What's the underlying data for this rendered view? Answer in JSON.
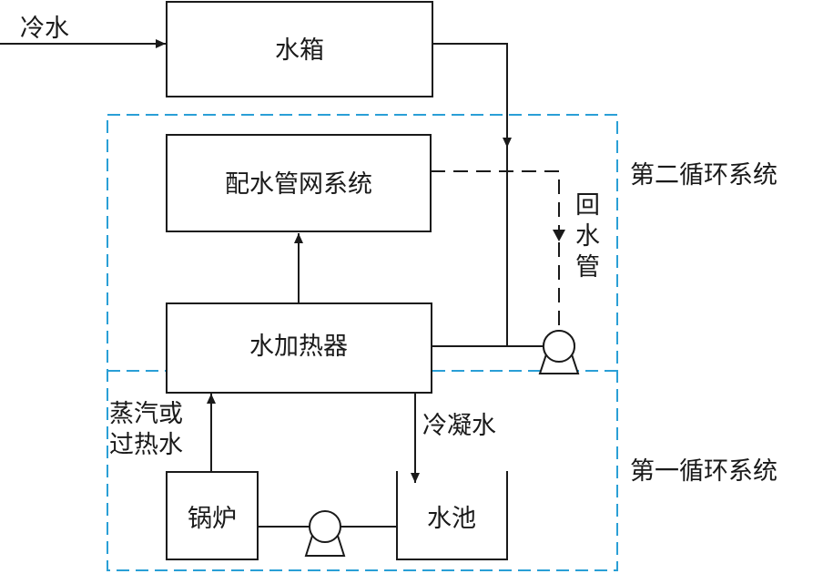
{
  "diagram": {
    "nodes": {
      "water_tank": "水箱",
      "distribution": "配水管网系统",
      "heater": "水加热器",
      "boiler": "锅炉",
      "pool": "水池"
    },
    "edge_labels": {
      "cold_water": "冷水",
      "steam_line1": "蒸汽或",
      "steam_line2": "过热水",
      "condensate": "冷凝水",
      "return_pipe_1": "回",
      "return_pipe_2": "水",
      "return_pipe_3": "管"
    },
    "zones": {
      "secondary": "第二循环系统",
      "primary": "第一循环系统"
    },
    "colors": {
      "zone_border": "#2a9fd6",
      "line": "#1a1a1a"
    }
  }
}
